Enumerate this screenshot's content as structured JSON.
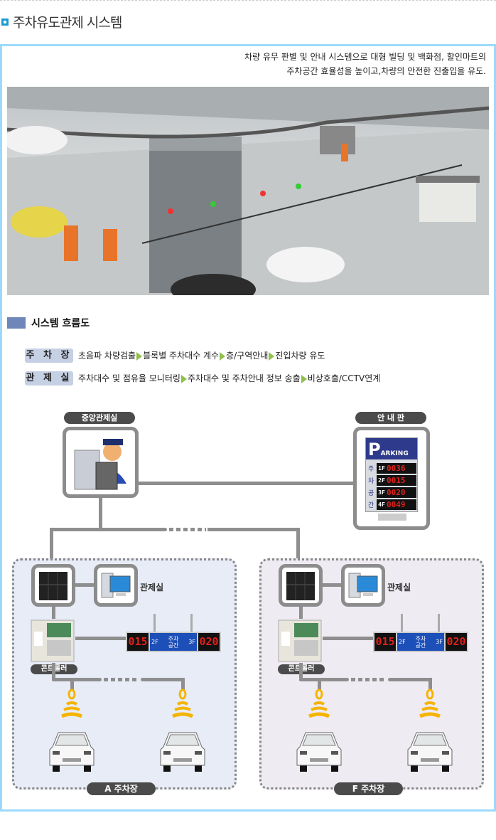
{
  "page": {
    "title": "주차유도관제 시스템",
    "intro": [
      "차량 유무 판별 및 안내 시스템으로 대형 빌딩 및 백화점, 할인마트의",
      "주차공간 효율성을 높이고,차량의 안전한 진출입을 유도."
    ]
  },
  "section": {
    "title": "시스템 흐름도"
  },
  "flows": [
    {
      "tag": "주 차 장",
      "steps": [
        "초음파 차량검출",
        "블록별 주차대수 계수",
        "층/구역안내",
        "진입차량 유도"
      ]
    },
    {
      "tag": "관 제 실",
      "steps": [
        "주차대수 및 점유율 모니터링",
        "주차대수 및 주차안내 정보 송출",
        "비상호출/CCTV연계"
      ]
    }
  ],
  "diagram": {
    "central": "중앙관제실",
    "sign": {
      "label": "안 내 판",
      "brand_p": "P",
      "brand": "ARKING",
      "vertical": [
        "주",
        "차",
        "공",
        "간"
      ],
      "rows": [
        {
          "floor": "1F",
          "count": "0036"
        },
        {
          "floor": "2F",
          "count": "0015"
        },
        {
          "floor": "3F",
          "count": "0020"
        },
        {
          "floor": "4F",
          "count": "0049"
        }
      ]
    },
    "zones": [
      {
        "name": "A 주차장",
        "room": "관제실",
        "controller": "콘트롤러",
        "left": "015",
        "right": "020",
        "lf": "2F",
        "rf": "3F",
        "mid1": "주차",
        "mid2": "공간"
      },
      {
        "name": "F 주차장",
        "room": "관제실",
        "controller": "콘트롤러",
        "left": "015",
        "right": "020",
        "lf": "2F",
        "rf": "3F",
        "mid1": "주차",
        "mid2": "공간"
      }
    ]
  },
  "colors": {
    "frame": "#9cdafc",
    "zoneA": "#e8ecf7",
    "zoneF": "#efebf3",
    "sensor": "#f5b400"
  }
}
